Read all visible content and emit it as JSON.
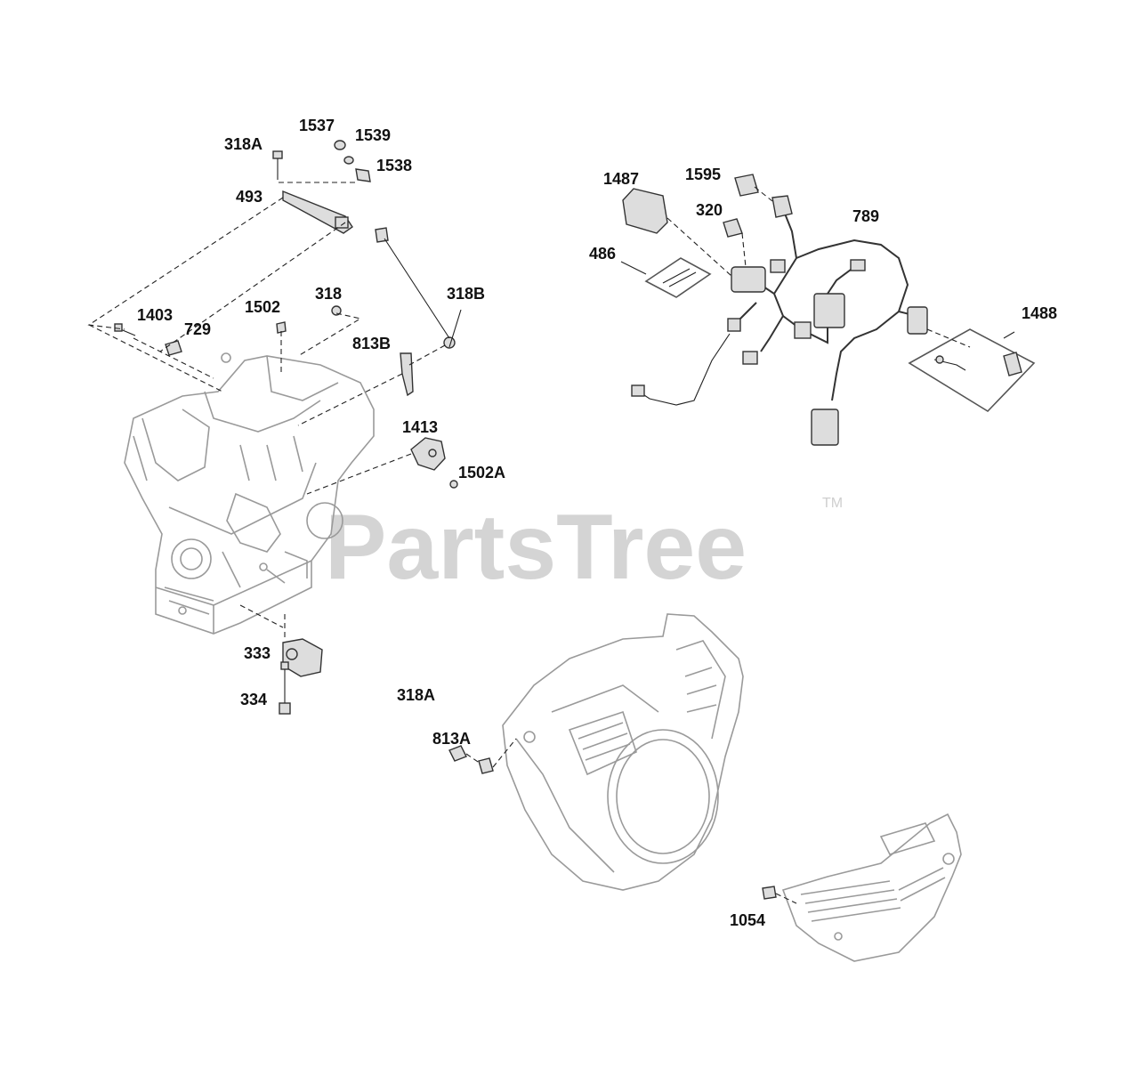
{
  "watermark": {
    "text": "PartsTree",
    "trademark": "TM"
  },
  "labels": {
    "p318A_top": "318A",
    "p1537": "1537",
    "p1539": "1539",
    "p1538": "1538",
    "p493": "493",
    "p318B": "318B",
    "p318": "318",
    "p1502": "1502",
    "p1403": "1403",
    "p729": "729",
    "p813B": "813B",
    "p1413": "1413",
    "p1502A": "1502A",
    "p333": "333",
    "p334": "334",
    "p318A_bottom": "318A",
    "p813A": "813A",
    "p1487": "1487",
    "p1595": "1595",
    "p320": "320",
    "p789": "789",
    "p486": "486",
    "p1488": "1488",
    "p1054": "1054"
  }
}
